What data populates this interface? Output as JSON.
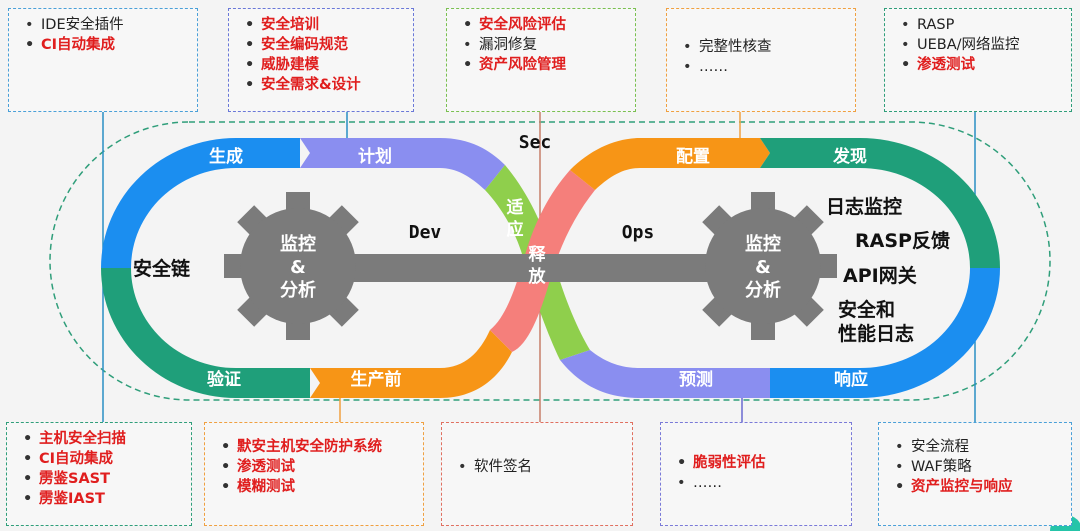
{
  "colors": {
    "blue": "#1b8ef0",
    "green": "#1f9f7a",
    "purple": "#8a8ef0",
    "orange": "#f79516",
    "lightgreen": "#8fcf4c",
    "salmon": "#f57f7b",
    "gear": "#7b7b7b",
    "red_text": "#e01e1e"
  },
  "center": {
    "sec": "Sec",
    "dev": "Dev",
    "ops": "Ops",
    "left_gear": [
      "监控",
      "&",
      "分析"
    ],
    "right_gear": [
      "监控",
      "&",
      "分析"
    ],
    "left_inner": "安全链",
    "right_inner": [
      "日志监控",
      "RASP反馈",
      "API网关",
      "安全和",
      "性能日志"
    ]
  },
  "segments": {
    "generate": "生成",
    "plan": "计划",
    "adapt": [
      "适",
      "应"
    ],
    "release": [
      "释",
      "放"
    ],
    "configure": "配置",
    "discover": "发现",
    "verify": "验证",
    "preprod": "生产前",
    "predict": "预测",
    "respond": "响应"
  },
  "boxes": {
    "top1": [
      {
        "text": "IDE安全插件",
        "red": false
      },
      {
        "text": "CI自动集成",
        "red": true
      }
    ],
    "top2": [
      {
        "text": "安全培训",
        "red": true
      },
      {
        "text": "安全编码规范",
        "red": true
      },
      {
        "text": "威胁建模",
        "red": true
      },
      {
        "text": "安全需求&设计",
        "red": true
      }
    ],
    "top3": [
      {
        "text": "安全风险评估",
        "red": true
      },
      {
        "text": "漏洞修复",
        "red": false
      },
      {
        "text": "资产风险管理",
        "red": true
      }
    ],
    "top4": [
      {
        "text": "完整性核查",
        "red": false
      },
      {
        "text": "……",
        "red": false
      }
    ],
    "top5": [
      {
        "text": "RASP",
        "red": false
      },
      {
        "text": "UEBA/网络监控",
        "red": false
      },
      {
        "text": "渗透测试",
        "red": true
      }
    ],
    "bot1": [
      {
        "text": "主机安全扫描",
        "red": true
      },
      {
        "text": "CI自动集成",
        "red": true
      },
      {
        "text": "雳鉴SAST",
        "red": true
      },
      {
        "text": "雳鉴IAST",
        "red": true
      }
    ],
    "bot2": [
      {
        "text": "默安主机安全防护系统",
        "red": true
      },
      {
        "text": "渗透测试",
        "red": true
      },
      {
        "text": "模糊测试",
        "red": true
      }
    ],
    "bot3": [
      {
        "text": "软件签名",
        "red": false
      }
    ],
    "bot4": [
      {
        "text": "脆弱性评估",
        "red": true
      },
      {
        "text": "……",
        "red": false
      }
    ],
    "bot5": [
      {
        "text": "安全流程",
        "red": false
      },
      {
        "text": "WAF策略",
        "red": false
      },
      {
        "text": "资产监控与响应",
        "red": true
      }
    ]
  }
}
